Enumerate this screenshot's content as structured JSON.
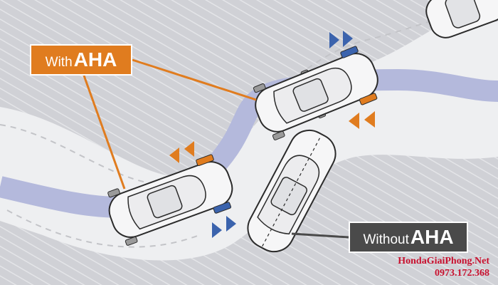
{
  "callouts": {
    "with": {
      "prefix": "With",
      "highlight": "AHA",
      "color": "#e07c1f"
    },
    "without": {
      "prefix": "Without",
      "highlight": "AHA",
      "color": "#4a4a4a"
    }
  },
  "watermark": {
    "site": "HondaGiaiPhong.Net",
    "phone": "0973.172.368",
    "color": "#c8102e"
  },
  "colors": {
    "road": "#eeeff1",
    "lane_path": "#b4b9dc",
    "blue_indicator": "#3b63ad",
    "orange_indicator": "#e07c1f"
  }
}
